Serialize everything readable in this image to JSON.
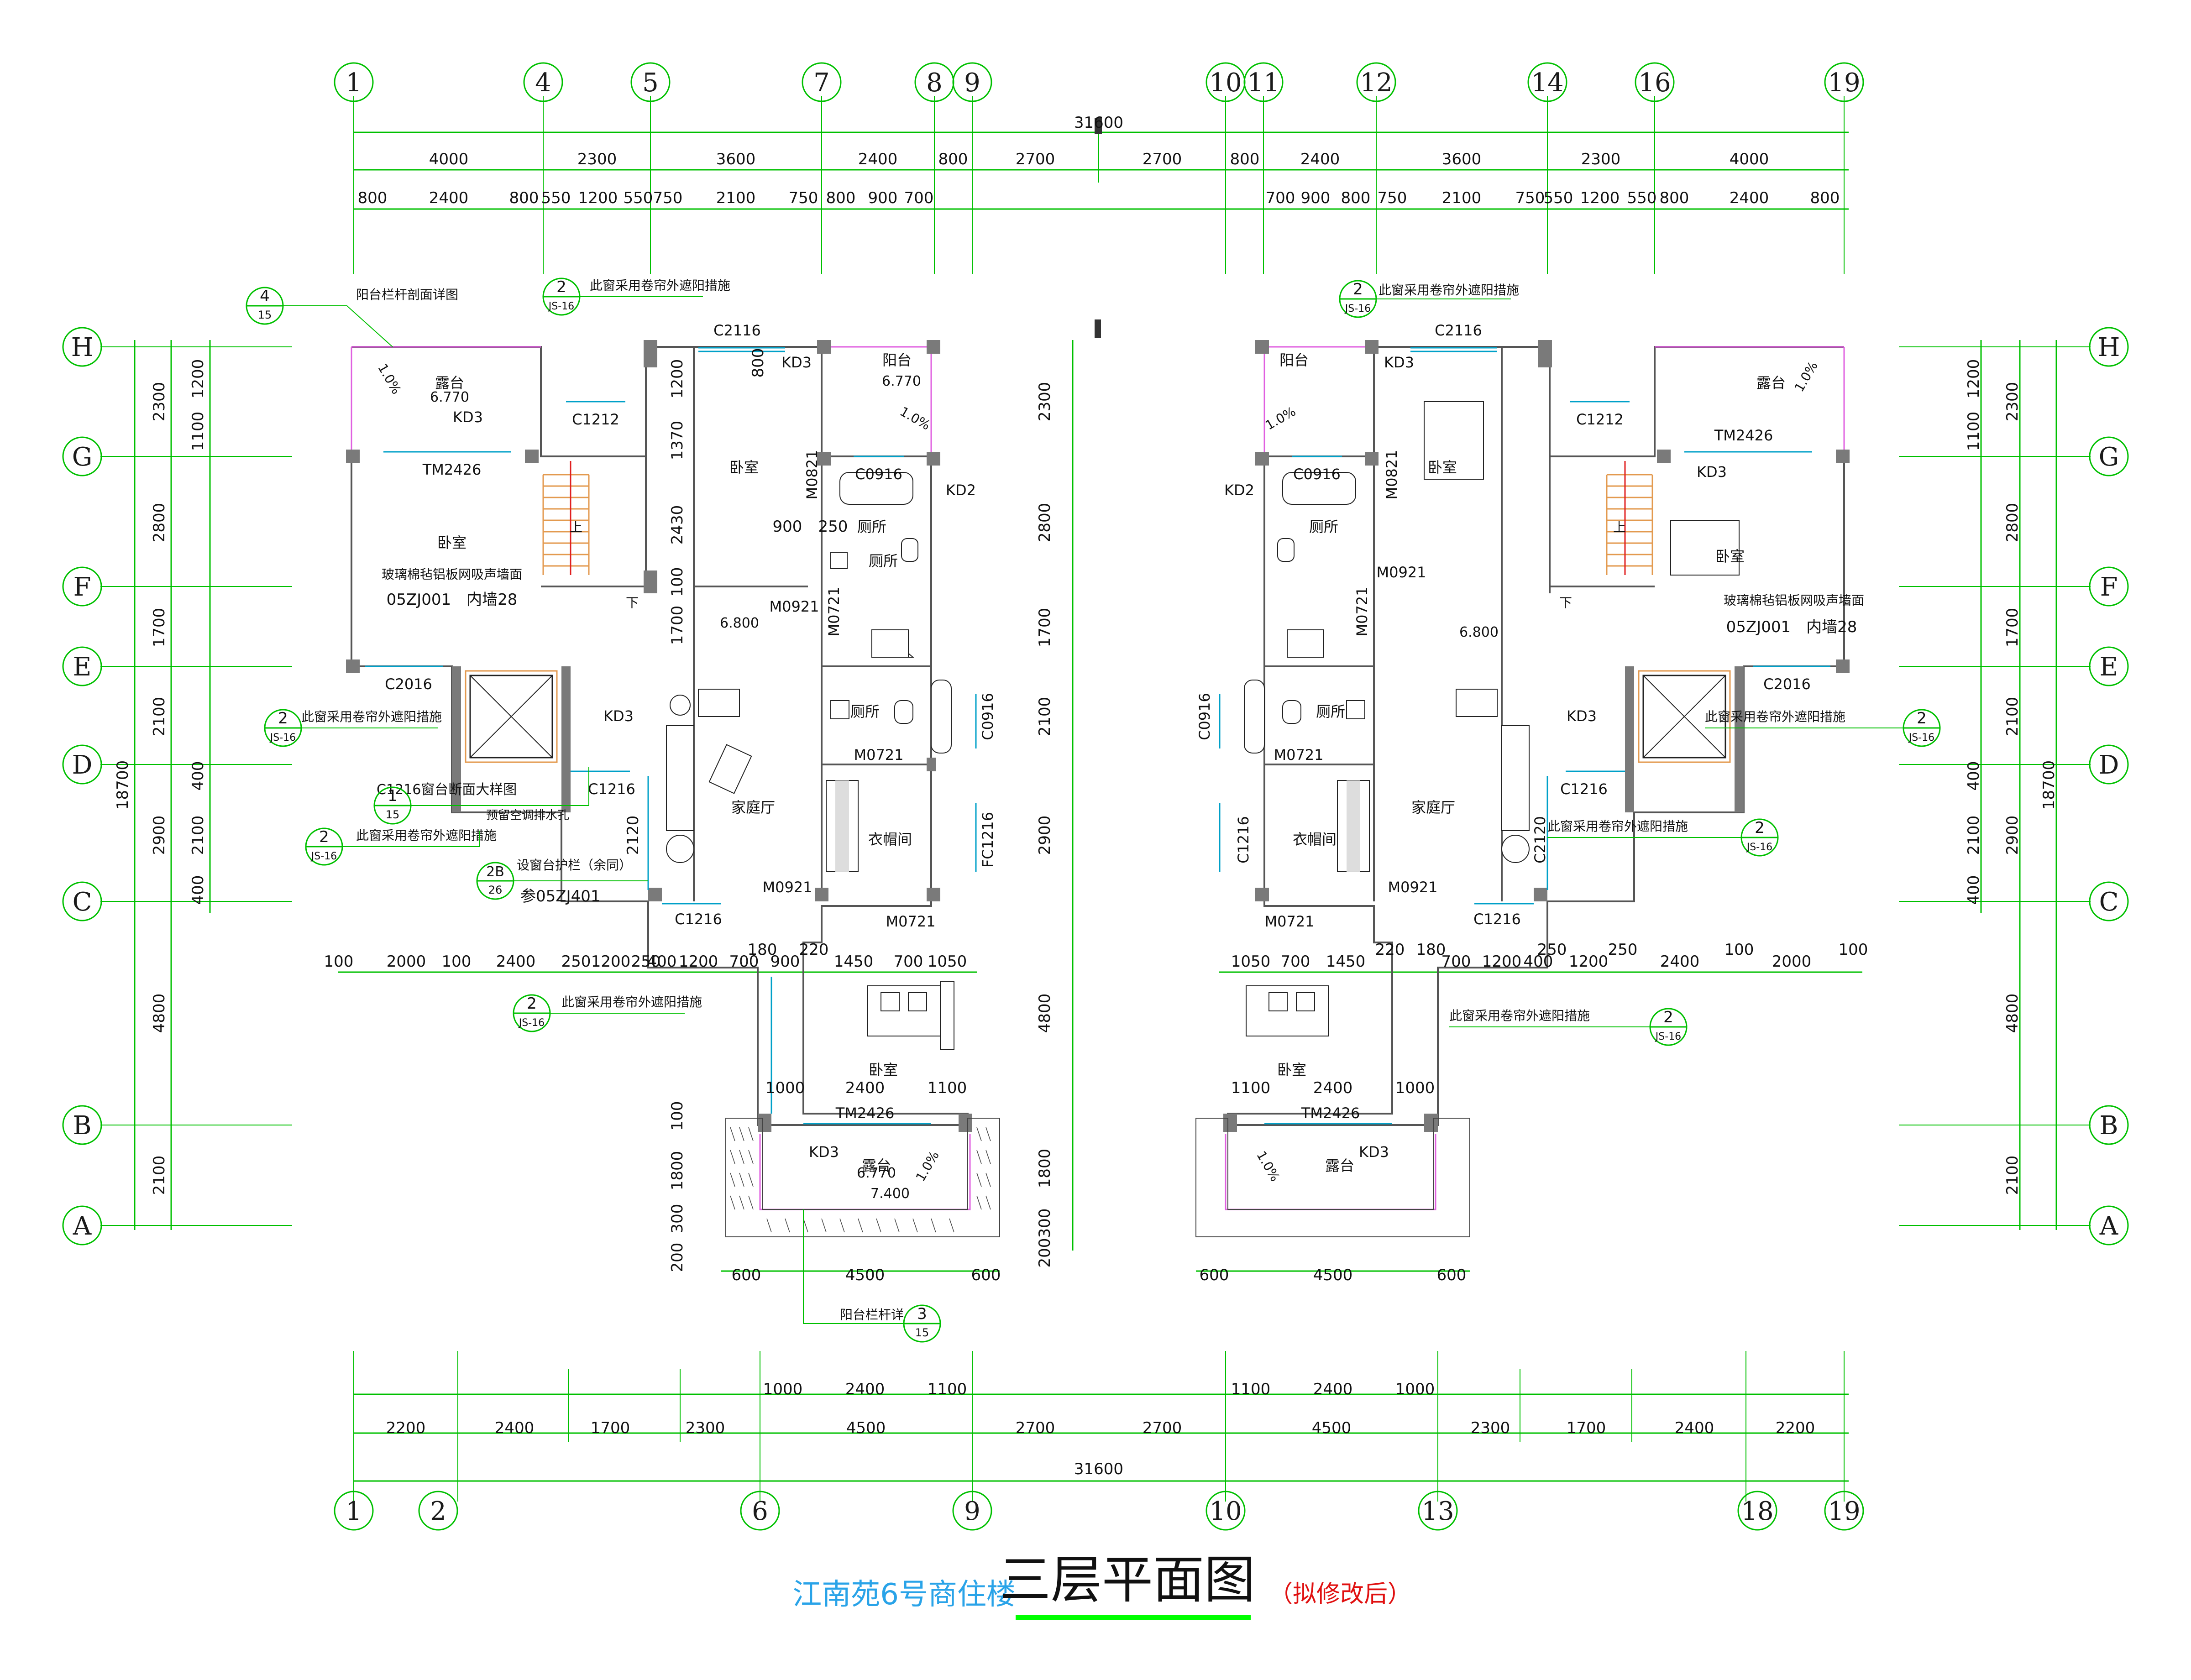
{
  "title": {
    "project": "江南苑6号商住楼",
    "main": "三层平面图",
    "note": "（拟修改后）",
    "project_color": "#29a3e8",
    "underline_color": "#00ff00"
  },
  "axes_top": [
    "1",
    "4",
    "5",
    "7",
    "8",
    "9",
    "10",
    "11",
    "12",
    "14",
    "16",
    "19"
  ],
  "axes_bottom": [
    "1",
    "2",
    "6",
    "9",
    "10",
    "13",
    "18",
    "19"
  ],
  "axes_left": [
    "H",
    "G",
    "F",
    "E",
    "D",
    "C",
    "B",
    "A"
  ],
  "axes_right": [
    "H",
    "G",
    "F",
    "E",
    "D",
    "C",
    "B",
    "A"
  ],
  "dims": {
    "overall": "31600",
    "top_row2": [
      "4000",
      "2300",
      "3600",
      "2400",
      "800",
      "2700",
      "2700",
      "800",
      "2400",
      "3600",
      "2300",
      "4000"
    ],
    "top_row3_left": [
      "800",
      "2400",
      "800",
      "550",
      "1200",
      "550",
      "750",
      "2100",
      "750",
      "800",
      "900",
      "700"
    ],
    "top_row3_right": [
      "700",
      "900",
      "800",
      "750",
      "2100",
      "750",
      "550",
      "1200",
      "550",
      "800",
      "2400",
      "800"
    ],
    "bottom_row1": [
      "2200",
      "2400",
      "1700",
      "2300",
      "4500",
      "2700",
      "2700",
      "4500",
      "2300",
      "1700",
      "2400",
      "2200"
    ],
    "bottom_row0": [
      "1000",
      "2400",
      "1100",
      "1100",
      "2400",
      "1000"
    ],
    "mid_left": [
      "100",
      "2000",
      "100",
      "2400",
      "250",
      "1200",
      "250",
      "400",
      "1200",
      "700",
      "180",
      "220",
      "900",
      "1450",
      "700",
      "1050"
    ],
    "mid_right": [
      "1050",
      "700",
      "1450",
      "220",
      "180",
      "700",
      "1200",
      "400",
      "250",
      "1200",
      "250",
      "2400",
      "100",
      "2000",
      "100"
    ],
    "porch_left": [
      "1000",
      "2400",
      "1100"
    ],
    "porch_right": [
      "1100",
      "2400",
      "1000"
    ],
    "terrace_left": [
      "600",
      "4500",
      "600"
    ],
    "terrace_right": [
      "600",
      "4500",
      "600"
    ],
    "left_outer": [
      "2300",
      "2800",
      "1700",
      "2100",
      "2900",
      "4800",
      "2100"
    ],
    "left_inner": [
      "1200",
      "1100",
      "400",
      "2100",
      "400"
    ],
    "left_total": "18700",
    "right_outer": [
      "2300",
      "2800",
      "1700",
      "2100",
      "2900",
      "4800",
      "2100"
    ],
    "right_inner": [
      "1200",
      "1100",
      "400",
      "2100",
      "400"
    ],
    "right_total": "18700",
    "center_left": [
      "2300",
      "2800",
      "1700",
      "2100",
      "2900",
      "4800",
      "1800",
      "300",
      "200"
    ],
    "unit_left_vertical": [
      "1200",
      "1370",
      "2430",
      "100",
      "1700"
    ],
    "misc": [
      "800",
      "900",
      "250",
      "100",
      "300",
      "200",
      "1800",
      "2120"
    ]
  },
  "left_unit": {
    "rooms": [
      "露台",
      "卧室",
      "卧室",
      "阳台",
      "厕所",
      "厕所",
      "厕所",
      "家庭厅",
      "衣帽间",
      "卧室",
      "露台"
    ],
    "windows": [
      "C2116",
      "C1212",
      "TM2426",
      "C0916",
      "C2016",
      "C1216",
      "C2120",
      "C1216",
      "FC1216",
      "TM2426",
      "C0916"
    ],
    "doors": [
      "M0821",
      "M0921",
      "M0721",
      "M0721",
      "M0921",
      "M0721"
    ],
    "kd": [
      "KD3",
      "KD3",
      "KD2",
      "KD3",
      "KD3"
    ],
    "levels": [
      "6.770",
      "6.770",
      "6.800",
      "6.770",
      "7.400"
    ],
    "slopes": [
      "1.0%",
      "1.0%",
      "1.0%"
    ],
    "stair": [
      "上",
      "下"
    ],
    "notes": {
      "rail_section": "阳台栏杆剖面详图",
      "rail_detail": "阳台栏杆详",
      "shade": "此窗采用卷帘外遮阳措施",
      "wall_sound": "玻璃棉毡铝板网吸声墙面",
      "wall_code": "05ZJ001　内墙28",
      "sill_detail": "C1216窗台断面大样图",
      "ac_hole": "预留空调排水孔",
      "guard": "设窗台护栏（余同）",
      "guard_ref": "参05ZJ401"
    }
  },
  "right_unit": {
    "rooms": [
      "阳台",
      "露台",
      "卧室",
      "卧室",
      "厕所",
      "厕所",
      "家庭厅",
      "衣帽间",
      "卧室",
      "露台"
    ],
    "windows": [
      "C2116",
      "C1212",
      "TM2426",
      "C0916",
      "C2016",
      "C1216",
      "C2120",
      "C1216",
      "C0916",
      "C1216",
      "TM2426"
    ],
    "doors": [
      "M0821",
      "M0921",
      "M0721",
      "M0721",
      "M0921",
      "M0721"
    ],
    "kd": [
      "KD3",
      "KD3",
      "KD2",
      "KD3",
      "KD3"
    ],
    "levels": [
      "6.800"
    ],
    "slopes": [
      "1.0%",
      "1.0%",
      "1.0%"
    ],
    "stair": [
      "上",
      "下"
    ],
    "notes": {
      "shade": "此窗采用卷帘外遮阳措施",
      "wall_sound": "玻璃棉毡铝板网吸声墙面",
      "wall_code": "05ZJ001　内墙28"
    }
  },
  "detail_marks": [
    {
      "num": "4",
      "sheet": "15"
    },
    {
      "num": "2",
      "sheet": "JS-16"
    },
    {
      "num": "2",
      "sheet": "JS-16"
    },
    {
      "num": "1",
      "sheet": "15"
    },
    {
      "num": "2",
      "sheet": "JS-16"
    },
    {
      "num": "2B",
      "sheet": "26"
    },
    {
      "num": "2",
      "sheet": "JS-16"
    },
    {
      "num": "3",
      "sheet": "15"
    },
    {
      "num": "2",
      "sheet": "JS-16"
    },
    {
      "num": "2",
      "sheet": "JS-16"
    },
    {
      "num": "2",
      "sheet": "JS-16"
    },
    {
      "num": "2",
      "sheet": "JS-16"
    }
  ]
}
